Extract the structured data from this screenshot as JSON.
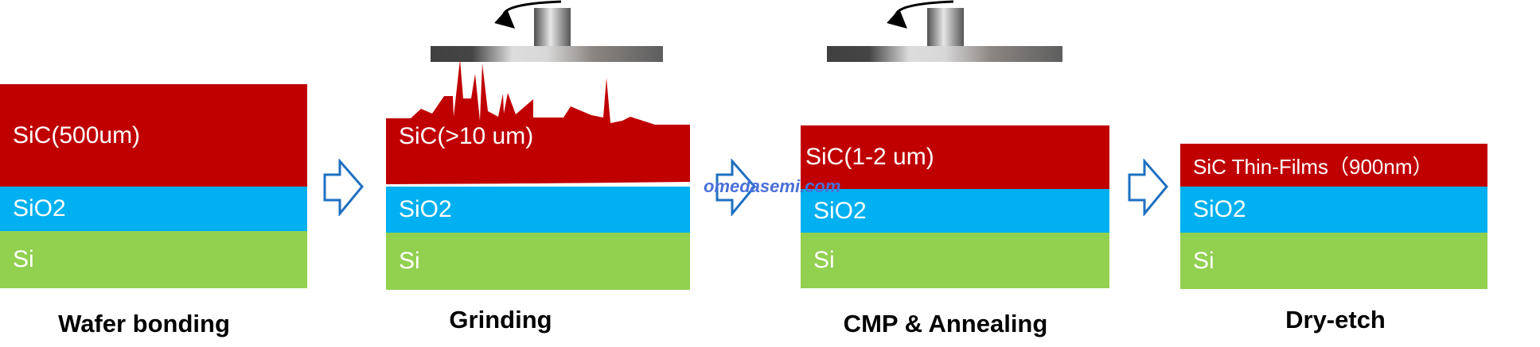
{
  "steps": [
    {
      "label": "Wafer bonding",
      "layers": {
        "sic": "SiC(500um)",
        "sio2": "SiO2",
        "si": "Si"
      }
    },
    {
      "label": "Grinding",
      "layers": {
        "sic": "SiC(>10 um)",
        "sio2": "SiO2",
        "si": "Si"
      }
    },
    {
      "label": "CMP & Annealing",
      "layers": {
        "sic": "SiC(1-2 um)",
        "sio2": "SiO2",
        "si": "Si"
      }
    },
    {
      "label": "Dry-etch",
      "layers": {
        "sic": "SiC Thin-Films（900nm）",
        "sio2": "SiO2",
        "si": "Si"
      }
    }
  ],
  "watermark": "omedasemi.com",
  "colors": {
    "sic": "#c00000",
    "sio2": "#00b0f0",
    "si": "#92d050",
    "arrow": "#1f70c1",
    "watermark": "#4a6fd8"
  }
}
